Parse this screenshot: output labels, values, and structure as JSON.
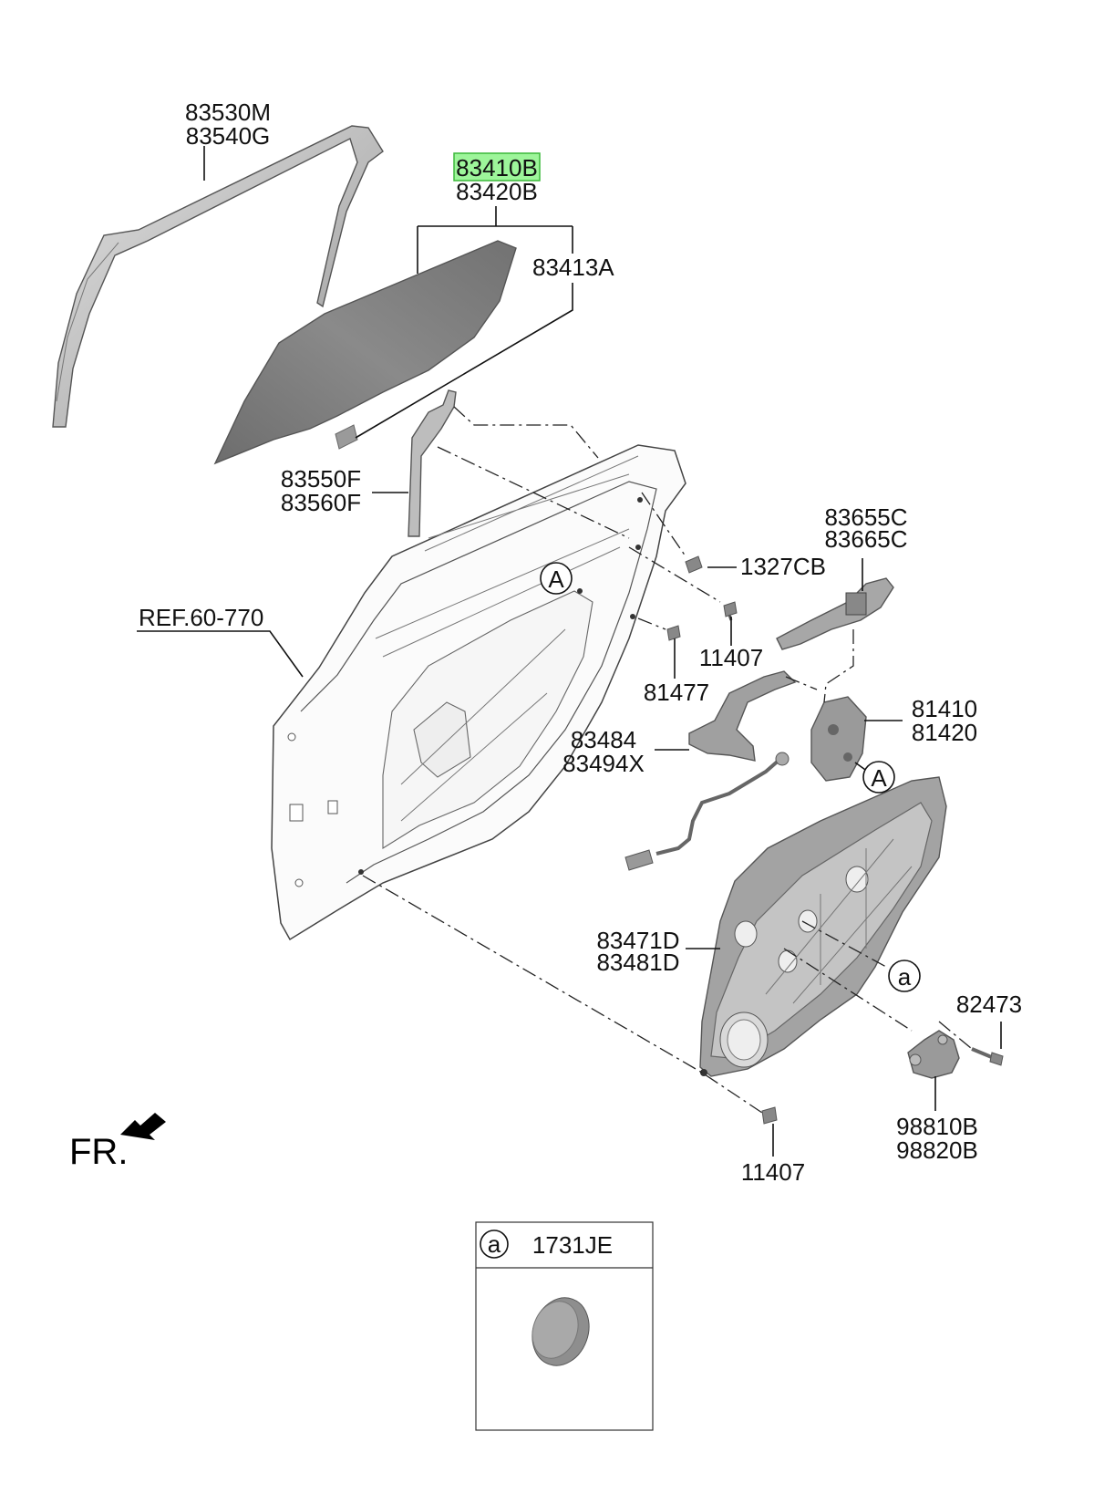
{
  "labels": {
    "molding_upper": "83530M",
    "molding_lower": "83540G",
    "glass_a": "83410B",
    "glass_b": "83420B",
    "glass_run": "83413A",
    "channel_a": "83550F",
    "channel_b": "83560F",
    "ref": "REF.60-770",
    "screw_1327": "1327CB",
    "bolt_11407_top": "11407",
    "bolt_81477": "81477",
    "handle_a": "83655C",
    "handle_b": "83665C",
    "latch_a": "81410",
    "latch_b": "81420",
    "bracket_a": "83484",
    "bracket_b": "83494X",
    "module_a": "83471D",
    "module_b": "83481D",
    "bolt_82473": "82473",
    "motor_a": "98810B",
    "motor_b": "98820B",
    "bolt_11407_bottom": "11407",
    "ref_A": "A",
    "ref_a": "a",
    "front": "FR."
  },
  "legend": {
    "key": "a",
    "part": "1731JE"
  },
  "colors": {
    "highlight": "#9df59a",
    "part_gray": "#8e8e8e",
    "line": "#111111"
  }
}
